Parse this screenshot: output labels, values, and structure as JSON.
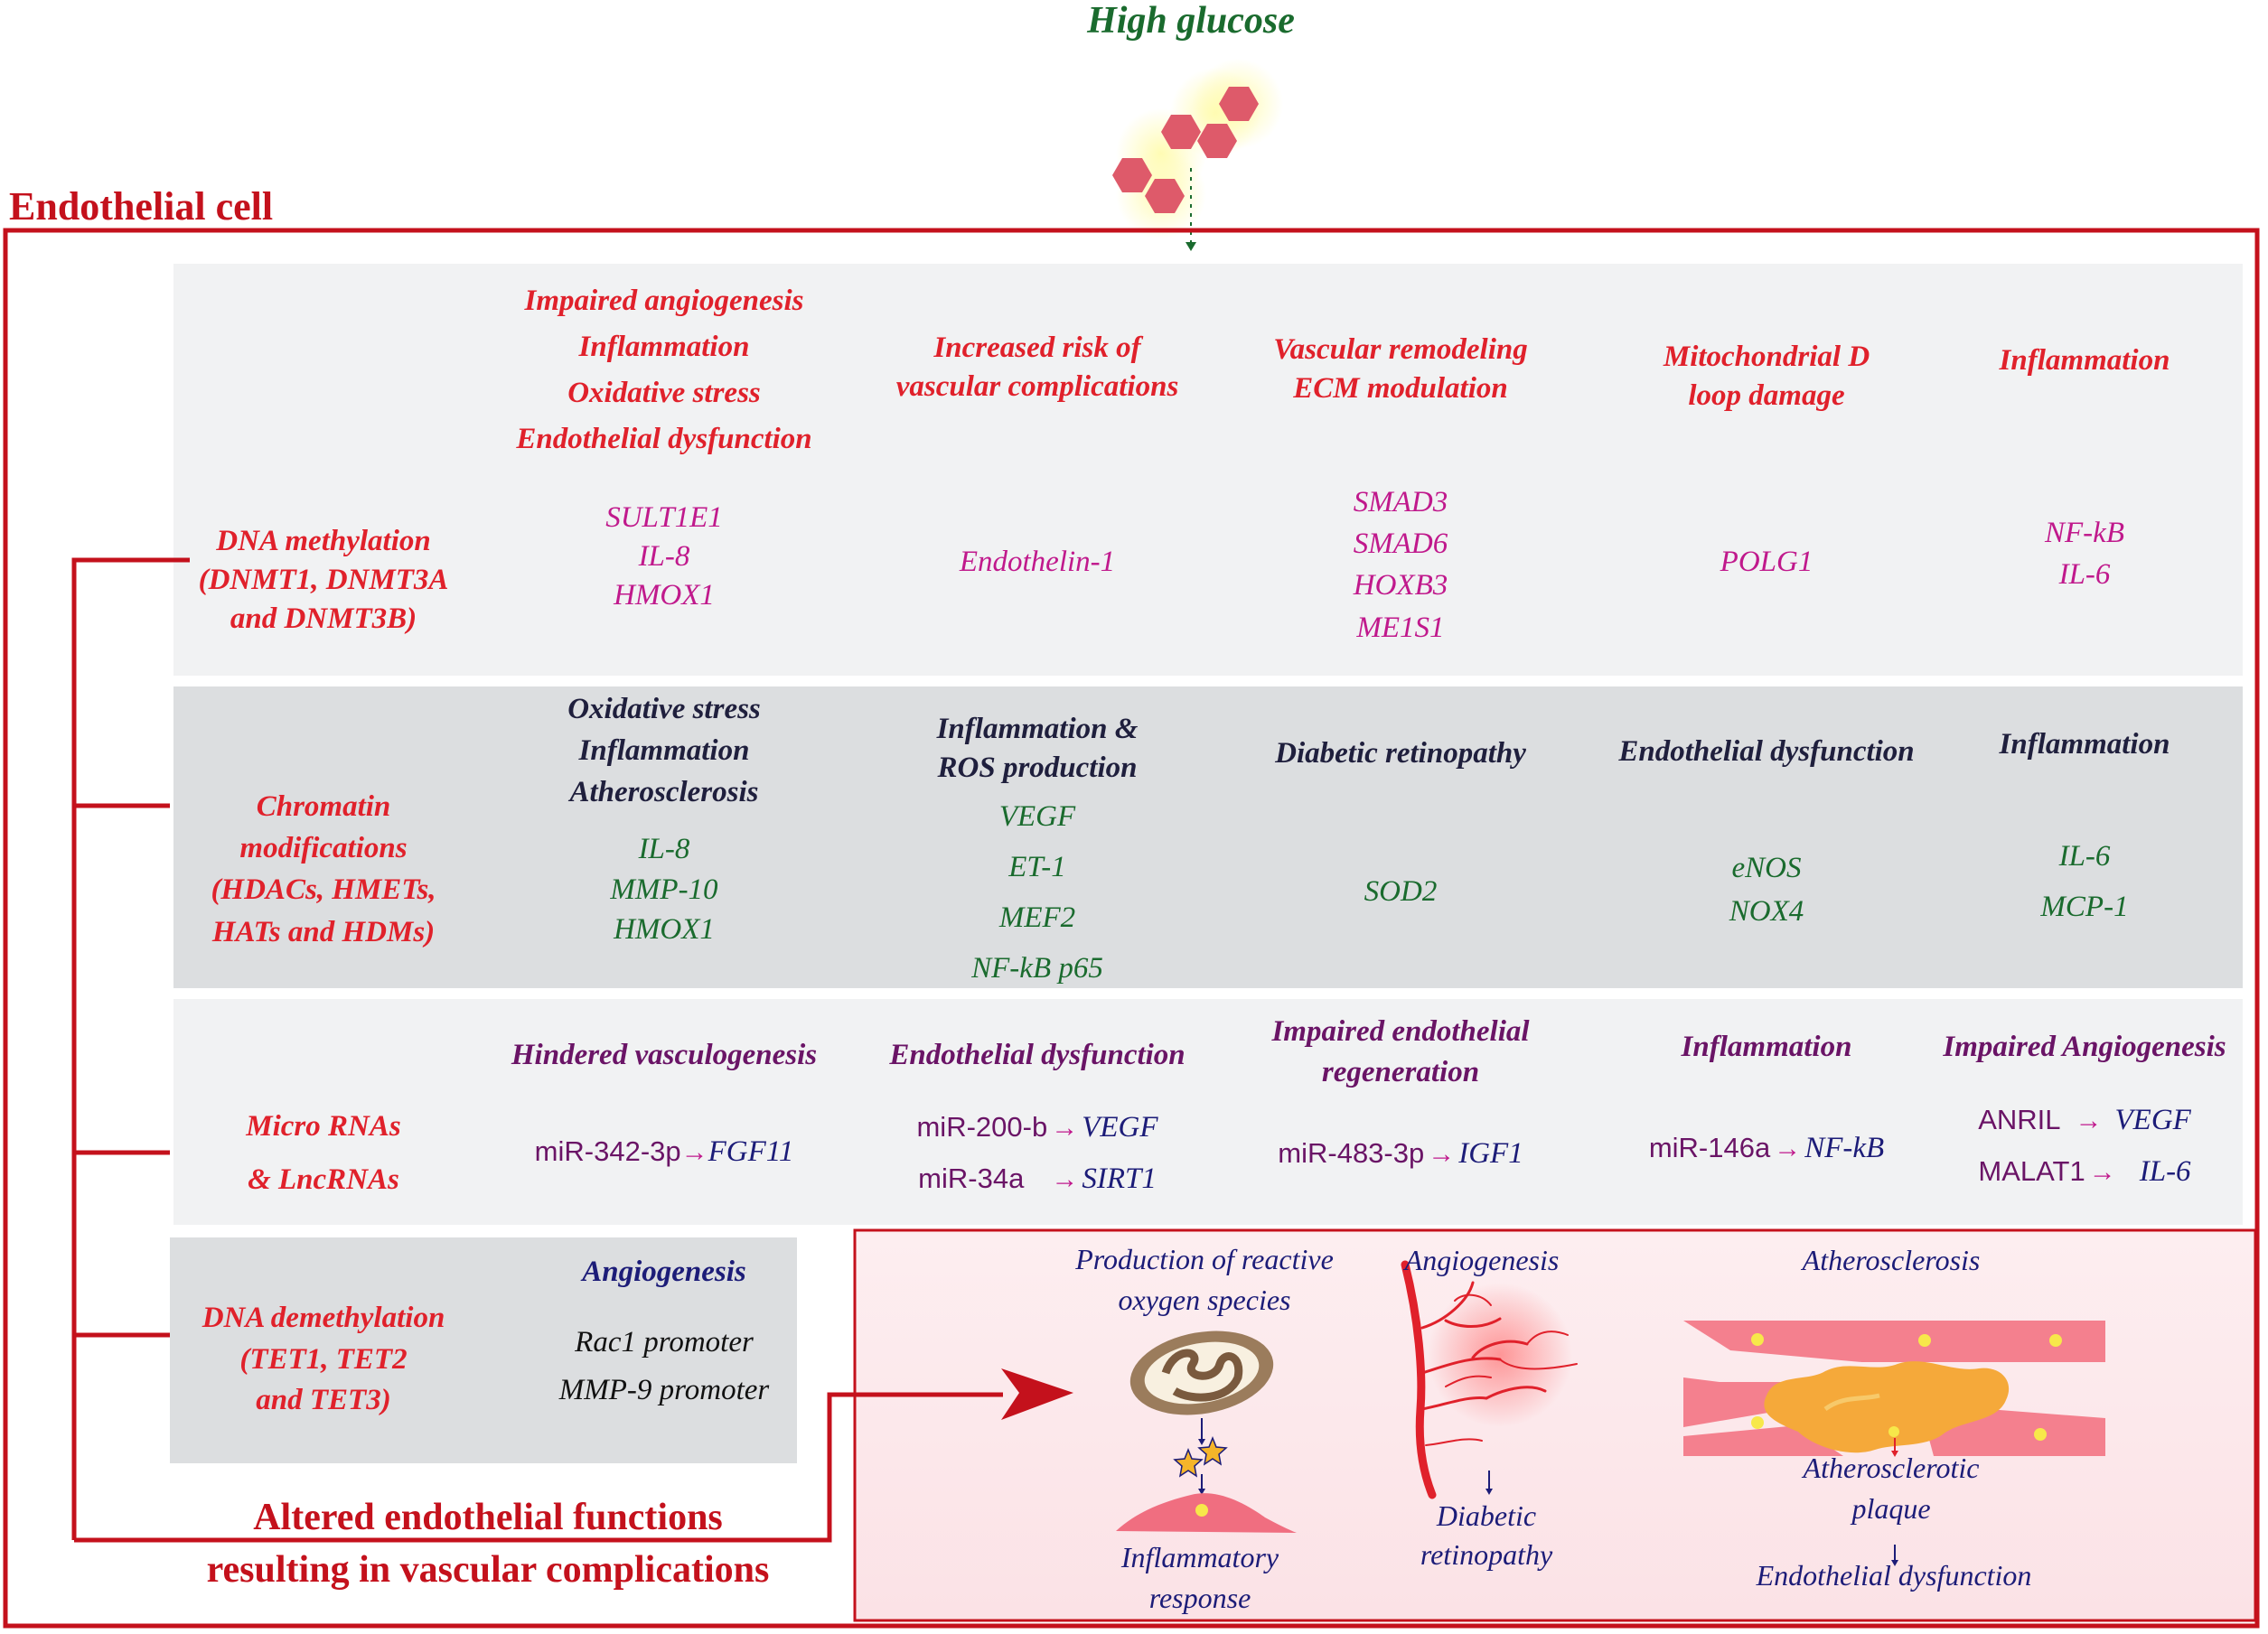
{
  "top": {
    "stimulus": "High glucose",
    "cell_label": "Endothelial cell"
  },
  "dna_methylation": {
    "label": "DNA methylation\n(DNMT1, DNMT3A\nand DNMT3B)",
    "cols": [
      {
        "effect": "Impaired angiogenesis\nInflammation\nOxidative stress\nEndothelial dysfunction",
        "genes": "SULT1E1\nIL-8\nHMOX1"
      },
      {
        "effect": "Increased risk of\nvascular complications",
        "genes": "Endothelin-1"
      },
      {
        "effect": "Vascular remodeling\nECM modulation",
        "genes": "SMAD3\nSMAD6\nHOXB3\nME1S1"
      },
      {
        "effect": "Mitochondrial D\nloop damage",
        "genes": "POLG1"
      },
      {
        "effect": "Inflammation",
        "genes": "NF-kB\nIL-6"
      }
    ]
  },
  "chromatin": {
    "label": "Chromatin\nmodifications\n(HDACs, HMETs,\nHATs and  HDMs)",
    "cols": [
      {
        "effect": "Oxidative stress\nInflammation\nAtherosclerosis",
        "genes": "IL-8\nMMP-10\nHMOX1"
      },
      {
        "effect": "Inflammation &\nROS production",
        "genes": "VEGF\nET-1\nMEF2\nNF-kB p65"
      },
      {
        "effect": "Diabetic retinopathy",
        "genes": "SOD2"
      },
      {
        "effect": "Endothelial dysfunction",
        "genes": "eNOS\nNOX4"
      },
      {
        "effect": "Inflammation",
        "genes": "IL-6\nMCP-1"
      }
    ]
  },
  "micro_rnas": {
    "label": "Micro RNAs\n& LncRNAs",
    "cols": [
      {
        "effect": "Hindered vasculogenesis",
        "pairs": [
          {
            "mirna": "miR-342-3p",
            "target": "FGF11"
          }
        ]
      },
      {
        "effect": "Endothelial dysfunction",
        "pairs": [
          {
            "mirna": "miR-200-b",
            "target": "VEGF"
          },
          {
            "mirna": "miR-34a",
            "target": "SIRT1"
          }
        ]
      },
      {
        "effect": "Impaired endothelial\nregeneration",
        "pairs": [
          {
            "mirna": "miR-483-3p",
            "target": "IGF1"
          }
        ]
      },
      {
        "effect": "Inflammation",
        "pairs": [
          {
            "mirna": "miR-146a",
            "target": "NF-kB"
          }
        ]
      },
      {
        "effect": "Impaired Angiogenesis",
        "pairs": [
          {
            "mirna": "ANRIL",
            "target": "VEGF"
          },
          {
            "mirna": "MALAT1",
            "target": "IL-6"
          }
        ]
      }
    ]
  },
  "dna_demethylation": {
    "label": "DNA demethylation\n(TET1, TET2\nand TET3)",
    "effect": "Angiogenesis",
    "genes": "Rac1 promoter\nMMP-9 promoter"
  },
  "outcome": {
    "title": "Altered endothelial functions\nresulting in vascular complications",
    "ros": "Production of reactive\noxygen species",
    "ros_result": "Inflammatory\nresponse",
    "angio": "Angiogenesis",
    "angio_result": "Diabetic\nretinopathy",
    "athero": "Atherosclerosis",
    "athero_plaque": "Atherosclerotic\nplaque",
    "athero_result": "Endothelial dysfunction"
  },
  "colors": {
    "frame": "#c4111c",
    "panel_light": "#f1f2f3",
    "panel_dark": "#dcdee0",
    "effect_red": "#e0212b",
    "gene_magenta": "#c0198c",
    "gene_green": "#1a6b2e"
  }
}
